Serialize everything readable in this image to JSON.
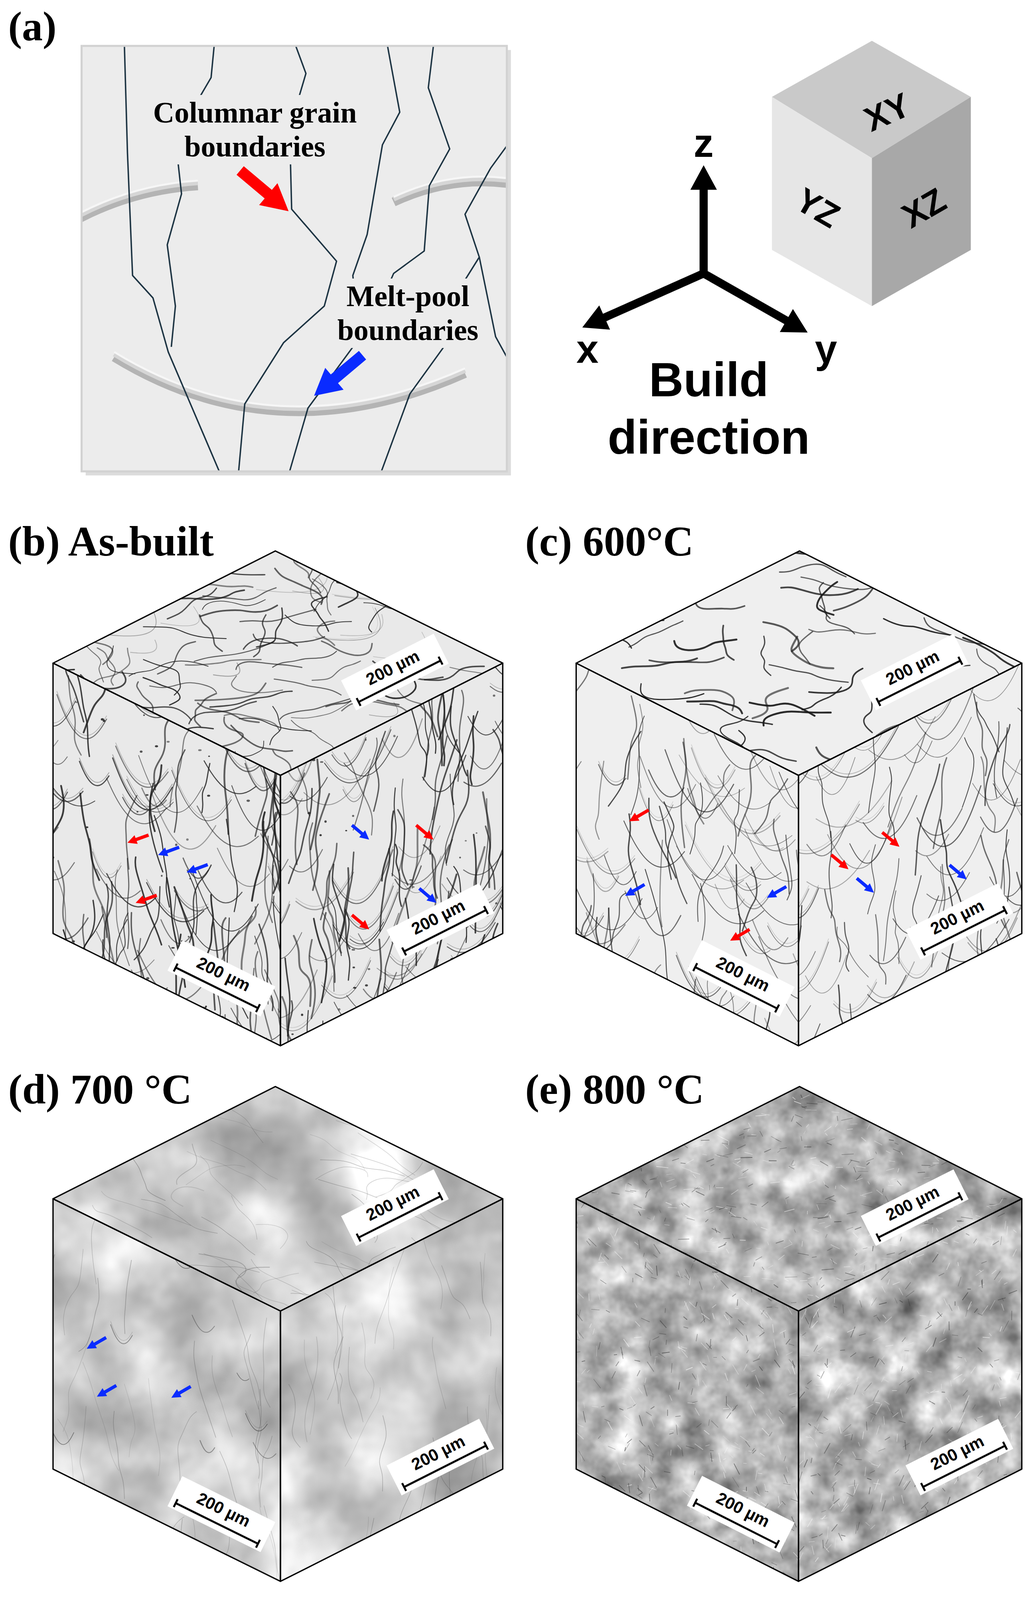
{
  "diagram": {
    "labels": [
      "(a)",
      "Columnar grain boundaries",
      "Melt-pool boundaries",
      "z",
      "XY",
      "YZ",
      "XZ",
      "x",
      "y",
      "Build direction",
      "(b) As-built",
      "200 µm",
      "200 µm",
      "200 µm",
      "(c) 600°C",
      "200 µm",
      "200 µm",
      "200 µm",
      "(d) 700 °C",
      "200 µm",
      "200 µm",
      "200 µm",
      "(e) 800 °C",
      "200 µm",
      "200 µm",
      "200 µm"
    ]
  }
}
